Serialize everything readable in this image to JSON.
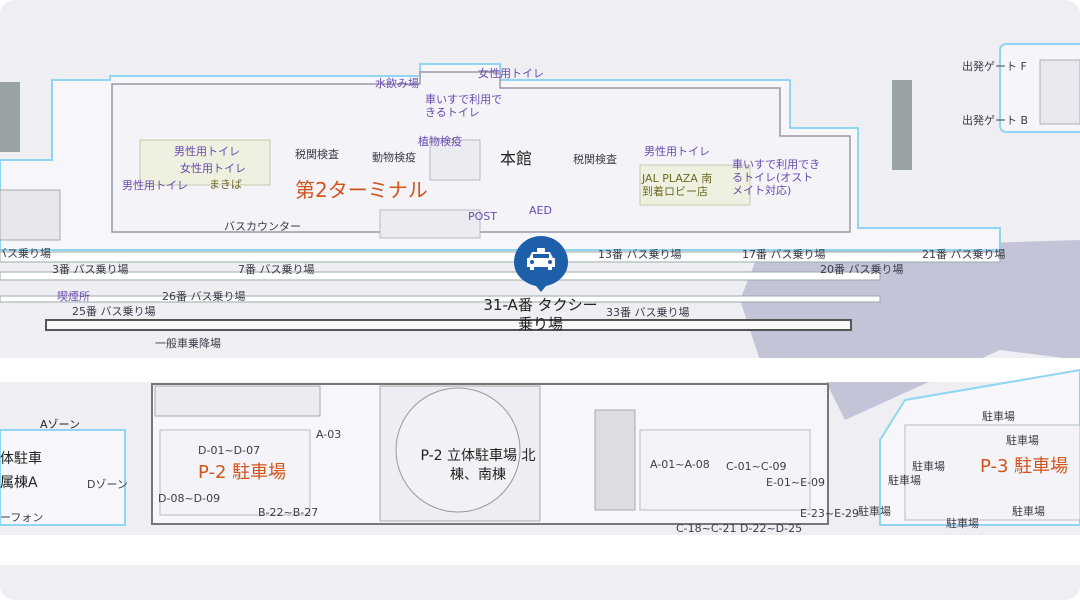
{
  "map": {
    "main_building": "本館",
    "terminal_name": "第2ターミナル",
    "taxi_stand": "31-A番 タクシー乗り場",
    "facilities": {
      "drinking_water": "水飲み場",
      "womens_restroom": "女性用トイレ",
      "wheelchair_restroom": "車いすで利用できるトイレ",
      "plant_quarantine": "植物検疫",
      "customs": "税関検査",
      "animal_quarantine": "動物検疫",
      "customs_2": "税関検査",
      "mens_restroom_top": "男性用トイレ",
      "mens_restroom_left": "男性用トイレ",
      "womens_restroom_left": "女性用トイレ",
      "mens_restroom_left2": "男性用トイレ",
      "makiba": "まきば",
      "jal_plaza": "JAL PLAZA 南到着ロビー店",
      "accessible_restroom_ostomate": "車いすで利用できるトイレ(オストメイト対応)",
      "bus_counter": "バスカウンター",
      "post": "POST",
      "aed": "AED",
      "smoking_area": "喫煙所",
      "general_drop_off": "一般車乗降場",
      "departure_gate_f": "出発ゲート F",
      "departure_gate_b": "出発ゲート B"
    },
    "bus_stops": {
      "left_edge": "バス乗り場",
      "stop3": "3番 バス乗り場",
      "stop7": "7番 バス乗り場",
      "stop13": "13番 バス乗り場",
      "stop17": "17番 バス乗り場",
      "stop21": "21番 バス乗り場",
      "stop20": "20番 バス乗り場",
      "stop26": "26番 バス乗り場",
      "stop25": "25番 バス乗り場",
      "stop33": "33番 バス乗り場"
    },
    "parking": {
      "p2_name": "P-2 駐車場",
      "p2_structure": "P-2 立体駐車場 北棟、南棟",
      "p3_name": "P-3 駐車場",
      "zone_a": "Aゾーン",
      "zone_d": "Dゾーン",
      "left_partial_1": "体駐車",
      "left_partial_2": "属棟A",
      "left_partial_3": "ーフォン",
      "a03": "A-03",
      "d01_d07": "D-01~D-07",
      "d08_d09": "D-08~D-09",
      "b22_b27": "B-22~B-27",
      "a01_a08": "A-01~A-08",
      "c01_c09": "C-01~C-09",
      "e01_e09": "E-01~E-09",
      "e23_e29": "E-23~E-29",
      "c18_d25": "C-18~C-21 D-22~D-25",
      "parking_lot": "駐車場"
    },
    "colors": {
      "terminal_outline": "#8fd6f0",
      "accent_label": "#d2541c",
      "pin": "#1d5fa8",
      "background": "#efeef3",
      "water": "#c3c3d6"
    }
  }
}
